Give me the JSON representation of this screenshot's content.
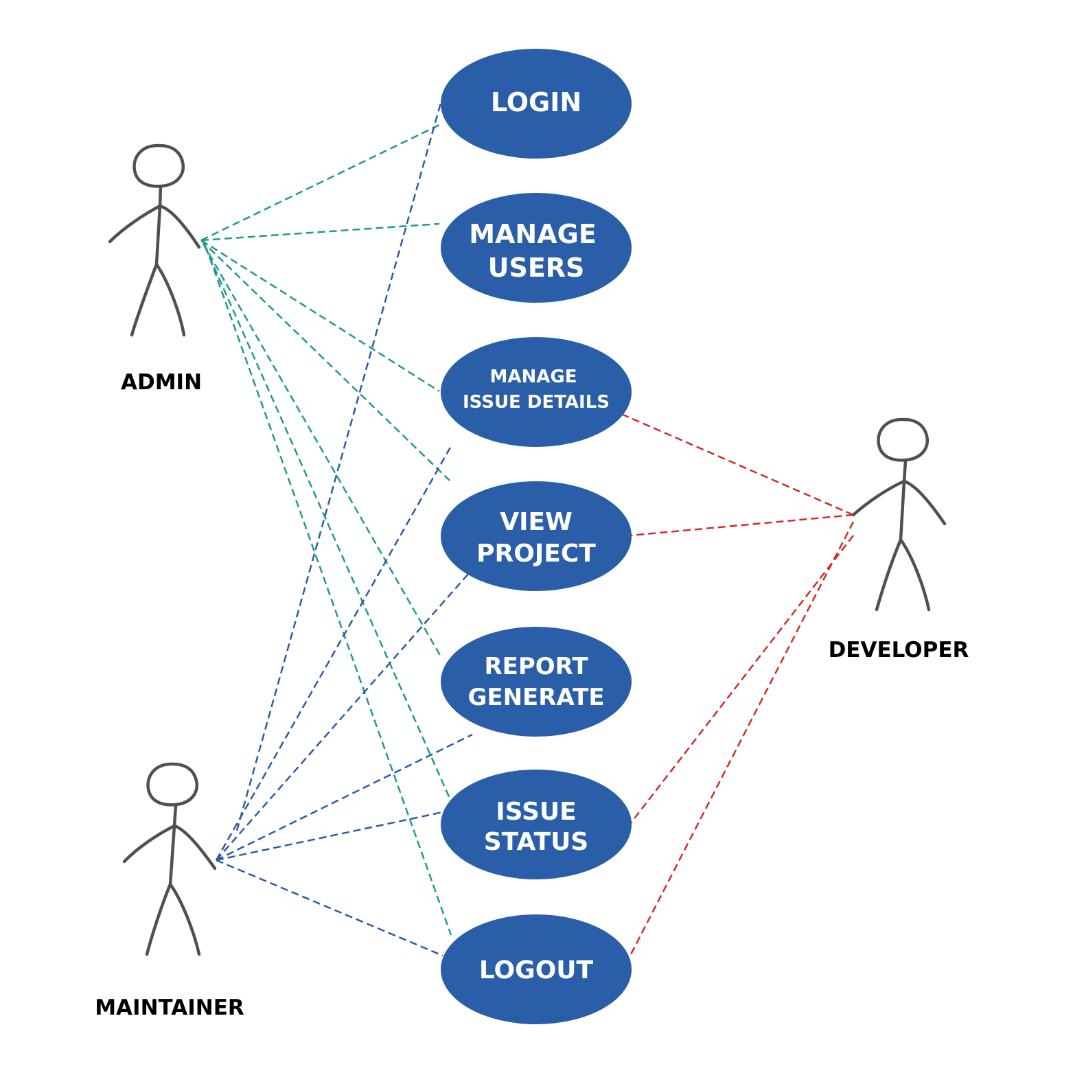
{
  "colors": {
    "usecase_fill": "#2A5EA8",
    "usecase_text": "#FFFFFF",
    "admin_line": "#1E9A8E",
    "maintainer_line": "#2C5BA6",
    "developer_line": "#D42A25",
    "actor_stroke": "#505050"
  },
  "actors": [
    {
      "id": "admin",
      "label": "ADMIN",
      "icon": "stick-figure-icon"
    },
    {
      "id": "maintainer",
      "label": "MAINTAINER",
      "icon": "stick-figure-icon"
    },
    {
      "id": "developer",
      "label": "DEVELOPER",
      "icon": "stick-figure-icon"
    }
  ],
  "use_cases": [
    {
      "id": "login",
      "lines": [
        "LOGIN"
      ]
    },
    {
      "id": "manage-users",
      "lines": [
        "MANAGE",
        "USERS"
      ]
    },
    {
      "id": "manage-issue-details",
      "lines": [
        "MANAGE",
        "ISSUE DETAILS"
      ]
    },
    {
      "id": "view-project",
      "lines": [
        "VIEW",
        "PROJECT"
      ]
    },
    {
      "id": "report-generate",
      "lines": [
        "REPORT",
        "GENERATE"
      ]
    },
    {
      "id": "issue-status",
      "lines": [
        "ISSUE",
        "STATUS"
      ]
    },
    {
      "id": "logout",
      "lines": [
        "LOGOUT"
      ]
    }
  ],
  "associations": [
    {
      "actor": "admin",
      "use_case": "login"
    },
    {
      "actor": "admin",
      "use_case": "manage-users"
    },
    {
      "actor": "admin",
      "use_case": "manage-issue-details"
    },
    {
      "actor": "admin",
      "use_case": "view-project"
    },
    {
      "actor": "admin",
      "use_case": "report-generate"
    },
    {
      "actor": "admin",
      "use_case": "issue-status"
    },
    {
      "actor": "admin",
      "use_case": "logout"
    },
    {
      "actor": "maintainer",
      "use_case": "login"
    },
    {
      "actor": "maintainer",
      "use_case": "view-project"
    },
    {
      "actor": "maintainer",
      "use_case": "report-generate"
    },
    {
      "actor": "maintainer",
      "use_case": "issue-status"
    },
    {
      "actor": "maintainer",
      "use_case": "logout"
    },
    {
      "actor": "maintainer",
      "use_case": "manage-issue-details"
    },
    {
      "actor": "developer",
      "use_case": "manage-issue-details"
    },
    {
      "actor": "developer",
      "use_case": "view-project"
    },
    {
      "actor": "developer",
      "use_case": "issue-status"
    },
    {
      "actor": "developer",
      "use_case": "logout"
    }
  ]
}
